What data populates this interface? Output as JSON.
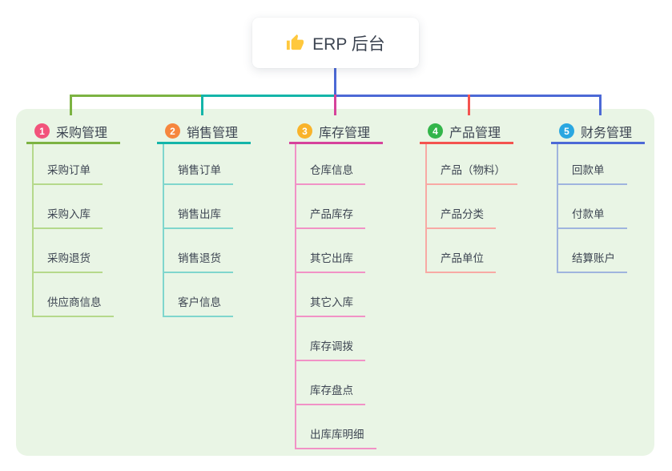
{
  "canvas": {
    "page_background": "#FFFFFF",
    "background": "#E9F5E5",
    "text_color": "#3D4552",
    "root_line_color": "#4C69D6",
    "icon_color": "#FFC83D"
  },
  "root": {
    "icon": "thumbs-up-icon",
    "label": "ERP 后台"
  },
  "branches": [
    {
      "number": "1",
      "label": "采购管理",
      "badge_color": "#F2537B",
      "line_color": "#7CB342",
      "child_line_color": "#B5D98B",
      "children": [
        "采购订单",
        "采购入库",
        "采购退货",
        "供应商信息"
      ]
    },
    {
      "number": "2",
      "label": "销售管理",
      "badge_color": "#F6863E",
      "line_color": "#14B5A9",
      "child_line_color": "#7FD6CD",
      "children": [
        "销售订单",
        "销售出库",
        "销售退货",
        "客户信息"
      ]
    },
    {
      "number": "3",
      "label": "库存管理",
      "badge_color": "#F9B32A",
      "line_color": "#D6439B",
      "child_line_color": "#F192C6",
      "children": [
        "仓库信息",
        "产品库存",
        "其它出库",
        "其它入库",
        "库存调拨",
        "库存盘点",
        "出库库明细"
      ]
    },
    {
      "number": "4",
      "label": "产品管理",
      "badge_color": "#33B54A",
      "line_color": "#F4534F",
      "child_line_color": "#F8A9A4",
      "children": [
        "产品（物料）",
        "产品分类",
        "产品单位"
      ]
    },
    {
      "number": "5",
      "label": "财务管理",
      "badge_color": "#29A7E1",
      "line_color": "#4C69D6",
      "child_line_color": "#9FB4DE",
      "children": [
        "回款单",
        "付款单",
        "结算账户"
      ]
    }
  ]
}
